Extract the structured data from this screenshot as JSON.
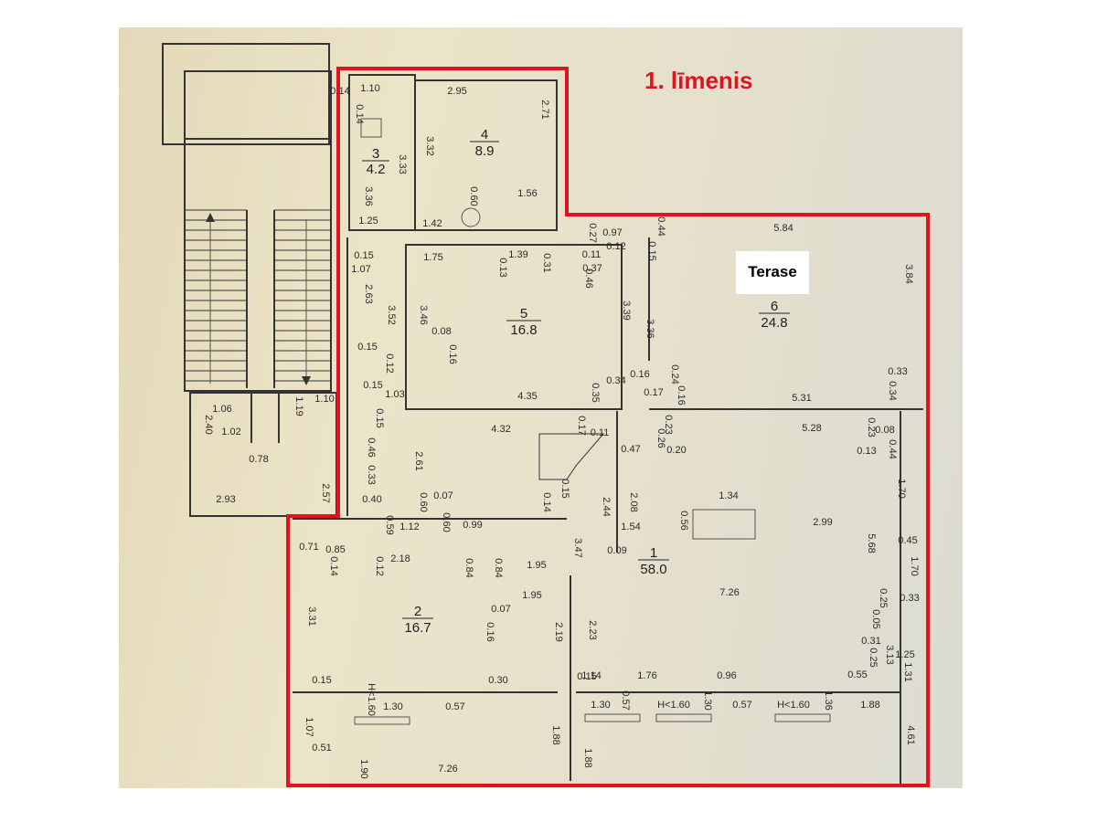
{
  "title": "1. līmenis",
  "terase_label": "Terase",
  "rooms": [
    {
      "no": "1",
      "area": "58.0"
    },
    {
      "no": "2",
      "area": "16.7"
    },
    {
      "no": "3",
      "area": "4.2"
    },
    {
      "no": "4",
      "area": "8.9"
    },
    {
      "no": "5",
      "area": "16.8"
    },
    {
      "no": "6",
      "area": "24.8"
    }
  ],
  "dimensions": [
    "0.14",
    "1.10",
    "0.14",
    "2.95",
    "2.71",
    "3.33",
    "3.32",
    "3.36",
    "0.60",
    "1.56",
    "1.25",
    "1.42",
    "0.27",
    "0.97",
    "0.44",
    "5.84",
    "0.15",
    "1.75",
    "0.13",
    "1.39",
    "0.31",
    "0.11",
    "0.12",
    "0.15",
    "3.84",
    "1.07",
    "0.37",
    "0.46",
    "2.63",
    "3.52",
    "3.46",
    "0.08",
    "3.39",
    "3.36",
    "0.15",
    "0.16",
    "0.12",
    "0.15",
    "0.35",
    "0.34",
    "0.16",
    "0.24",
    "0.33",
    "0.17",
    "0.16",
    "5.31",
    "0.34",
    "1.03",
    "4.35",
    "1.06",
    "1.19",
    "1.10",
    "2.40",
    "1.02",
    "0.15",
    "4.32",
    "0.17",
    "0.11",
    "0.23",
    "5.28",
    "0.23",
    "0.08",
    "0.26",
    "0.47",
    "0.20",
    "0.13",
    "0.44",
    "0.46",
    "2.61",
    "0.78",
    "0.33",
    "0.15",
    "2.57",
    "2.93",
    "0.40",
    "0.60",
    "0.07",
    "0.14",
    "2.44",
    "2.08",
    "1.34",
    "1.70",
    "0.59",
    "1.12",
    "0.60",
    "0.99",
    "1.54",
    "0.56",
    "2.99",
    "0.71",
    "0.85",
    "2.18",
    "0.84",
    "0.84",
    "3.47",
    "0.09",
    "5.68",
    "0.45",
    "0.14",
    "0.12",
    "1.95",
    "1.70",
    "1.95",
    "7.26",
    "0.25",
    "0.33",
    "3.31",
    "0.07",
    "0.16",
    "2.19",
    "2.23",
    "0.15",
    "0.05",
    "0.31",
    "0.25",
    "1.25",
    "3.13",
    "0.15",
    "0.30",
    "1.14",
    "1.76",
    "0.96",
    "0.55",
    "1.31",
    "H<1.60",
    "1.30",
    "0.57",
    "1.30",
    "0.57",
    "H<1.60",
    "1.30",
    "0.57",
    "H<1.60",
    "1.36",
    "1.88",
    "1.07",
    "1.88",
    "0.51",
    "4.61",
    "1.90",
    "7.26",
    "1.88"
  ],
  "colors": {
    "outline": "#e0141f",
    "scan_background": "#e8e0c6",
    "ink": "#2a2a2a"
  }
}
